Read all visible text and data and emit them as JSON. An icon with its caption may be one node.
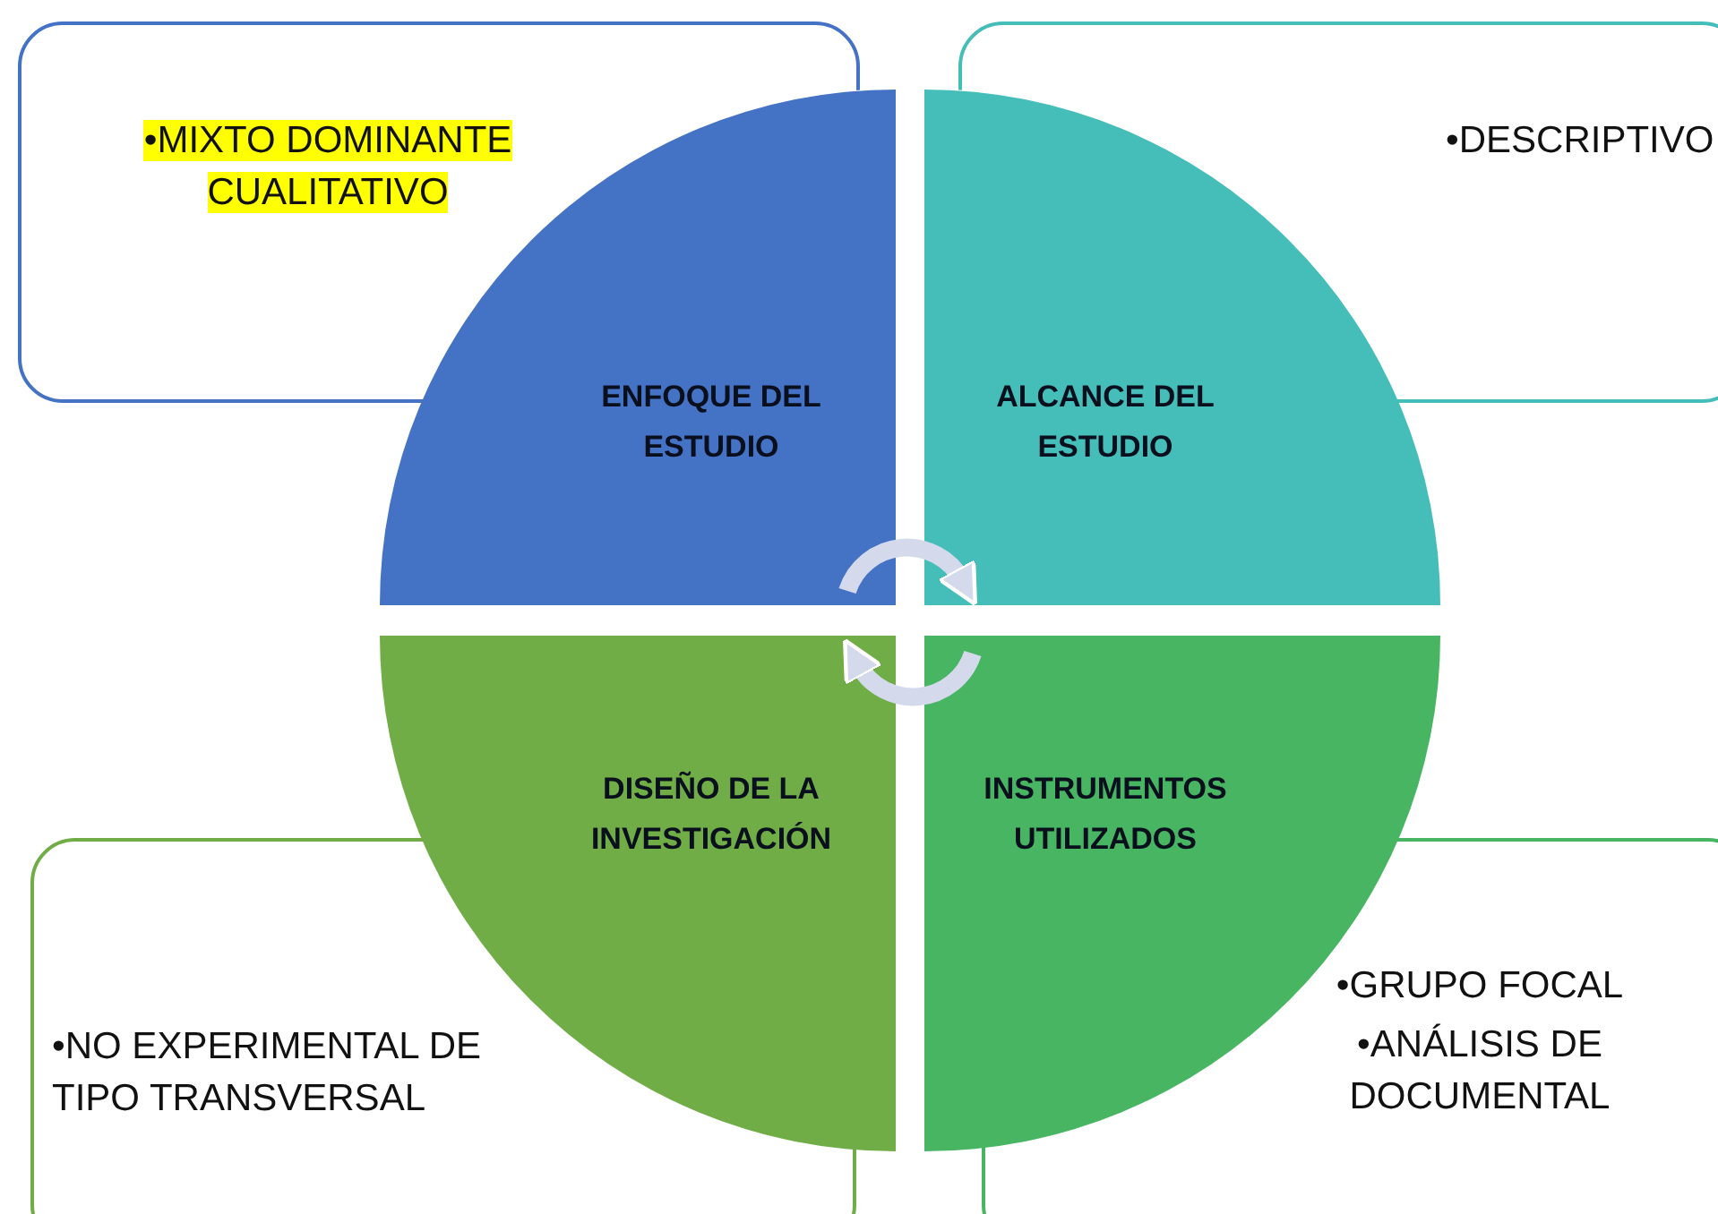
{
  "diagram": {
    "nodes": [
      {
        "text": [
          "•MIXTO DOMINANTE CUALITATIVO"
        ]
      },
      {
        "text": [
          "•DESCRIPTIVO"
        ]
      },
      {
        "text": [
          "•NO EXPERIMENTAL DE TIPO TRANSVERSAL"
        ]
      },
      {
        "text": [
          "•GRUPO FOCAL",
          "•ANÁLISIS DE DOCUMENTAL"
        ]
      },
      {
        "text": [
          "ENFOQUE DEL ESTUDIO"
        ]
      },
      {
        "text": [
          "ALCANCE DEL ESTUDIO"
        ]
      },
      {
        "text": [
          "DISEÑO DE LA INVESTIGACIÓN"
        ]
      },
      {
        "text": [
          "INSTRUMENTOS UTILIZADOS"
        ]
      }
    ],
    "edges": [
      {
        "from": 4,
        "to": 5,
        "arrow": "to"
      },
      {
        "from": 7,
        "to": 6,
        "arrow": "to"
      }
    ]
  }
}
